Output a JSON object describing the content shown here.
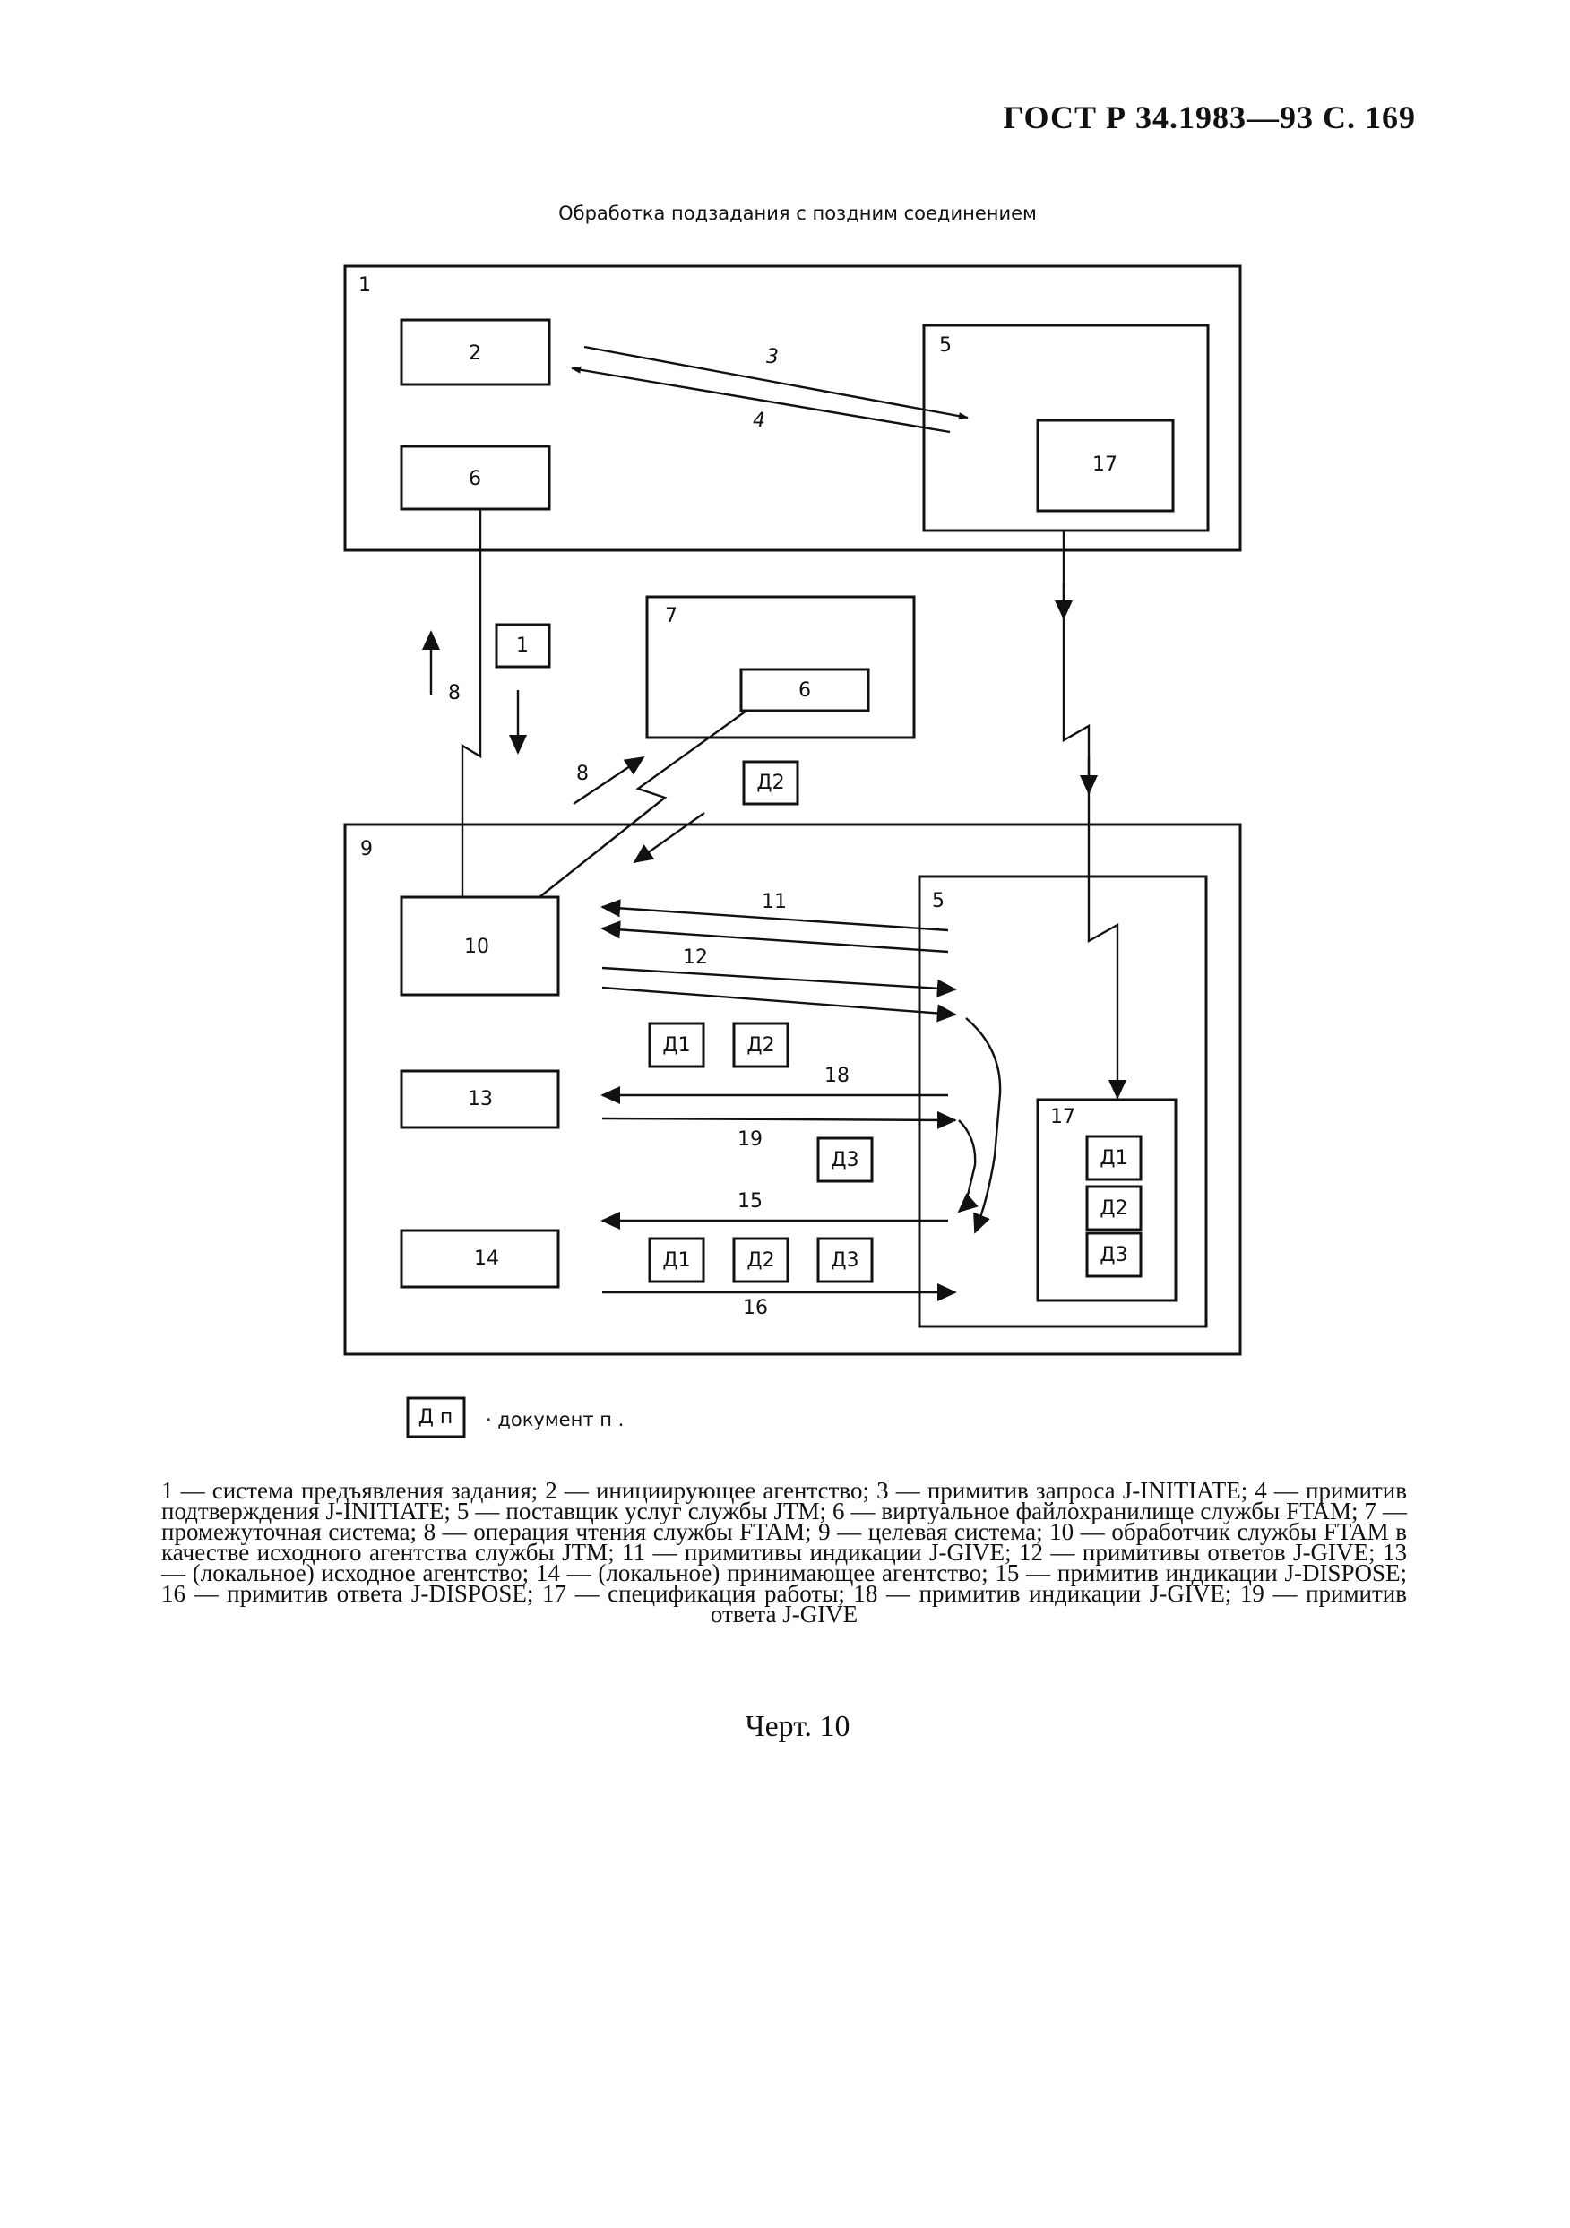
{
  "header": {
    "page_header": "ГОСТ Р 34.1983—93 С. 169"
  },
  "diagram": {
    "title": "Обработка подзадания с поздним соединением",
    "labels": {
      "n1": "1",
      "n2": "2",
      "n3": "3",
      "n4": "4",
      "n5": "5",
      "n6": "6",
      "n7": "7",
      "n8": "8",
      "n9": "9",
      "n10": "10",
      "n11": "11",
      "n12": "12",
      "n13": "13",
      "n14": "14",
      "n15": "15",
      "n16": "16",
      "n17": "17",
      "n18": "18",
      "n19": "19"
    },
    "docs": {
      "d1": "Д1",
      "d2": "Д2",
      "d3": "Д3",
      "dn": "Д п"
    },
    "legend": "· документ п ."
  },
  "caption": "1 — система предъявления задания; 2 — инициирующее агентство; 3 — примитив запроса J-INITIATE; 4 — примитив подтверждения J-INITIATE; 5 — поставщик услуг службы JTM; 6 — виртуальное файлохранилище службы FTAM; 7 — промежуточная система; 8 — операция чтения службы FTAM; 9 — целевая система; 10 — обработчик службы FTAM в качестве исходного агентства службы JTM; 11 — примитивы индикации J-GIVE; 12 — примитивы ответов J-GIVE; 13 — (локальное) исходное агентство; 14 — (локальное) принимающее агентство; 15 — примитив индикации J-DISPOSE; 16 — примитив ответа J-DISPOSE; 17 — спецификация работы; 18 — примитив индикации J-GIVE; 19 — примитив ответа J-GIVE",
  "figure_label": "Черт. 10"
}
